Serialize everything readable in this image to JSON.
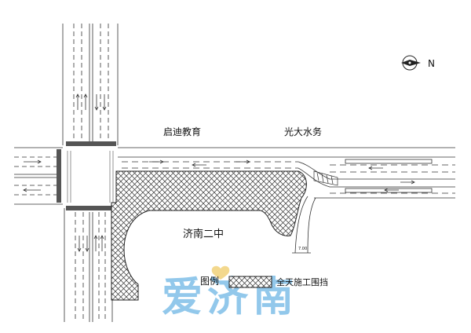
{
  "labels": {
    "qidi": "启迪教育",
    "guangda": "光大水务",
    "school": "济南二中",
    "dim": "7.00"
  },
  "legend": {
    "title": "图例",
    "item": "全天施工围挡"
  },
  "north": {
    "letter": "N"
  },
  "watermark": {
    "text": "爱济南"
  },
  "colors": {
    "line": "#222222",
    "hatch": "#333333",
    "watermark": "#7fbfe8",
    "heart": "#f2d27a"
  },
  "icons": [
    "north-arrow-icon",
    "heart-icon"
  ]
}
